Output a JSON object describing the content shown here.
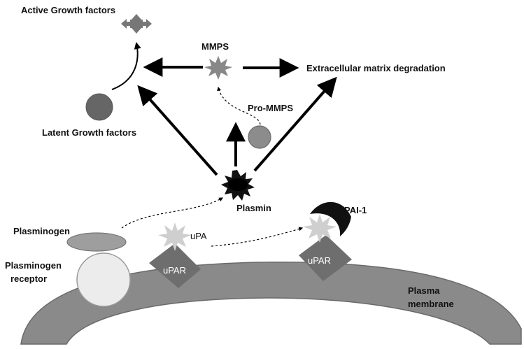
{
  "labels": {
    "active_growth_factors": "Active Growth factors",
    "mmps": "MMPS",
    "ecm_degradation": "Extracellular matrix degradation",
    "pro_mmps": "Pro-MMPS",
    "latent_growth_factors": "Latent Growth factors",
    "plasmin": "Plasmin",
    "pai1": "PAI-1",
    "plasminogen": "Plasminogen",
    "plasminogen_receptor_line1": "Plasminogen",
    "plasminogen_receptor_line2": "receptor",
    "upa": "uPA",
    "upar_left": "uPAR",
    "upar_right": "uPAR",
    "plasma_membrane_line1": "Plasma",
    "plasma_membrane_line2": "membrane"
  },
  "colors": {
    "membrane": "#8a8a8a",
    "latent_growth_factor": "#666666",
    "pro_mmps": "#8c8c8c",
    "upar": "#6e6e6e",
    "upa": "#cfcfcf",
    "plasminogen": "#9e9e9e",
    "plasminogen_receptor": "#ececec",
    "pai1": "#111111",
    "plasmin": "#111111",
    "mmps": "#888888",
    "active_growth_factor": "#777777"
  }
}
